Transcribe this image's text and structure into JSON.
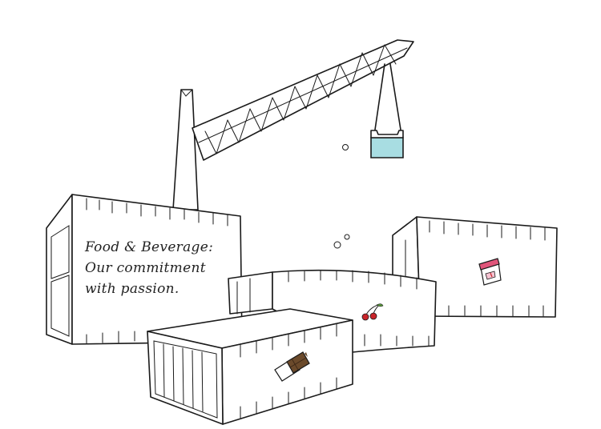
{
  "headline": {
    "line1": "Food & Beverage:",
    "line2": "Our commitment",
    "line3": "with passion."
  },
  "icons": [
    "crane-illustration",
    "cargo-container",
    "jam-jar-icon",
    "cherry-icon",
    "chocolate-bar-icon"
  ],
  "colors": {
    "ink": "#1a1a1a",
    "crate": "#a8dde2",
    "jam_lid": "#e0557a",
    "cherry": "#c8242a",
    "chocolate": "#6b4a2b"
  }
}
